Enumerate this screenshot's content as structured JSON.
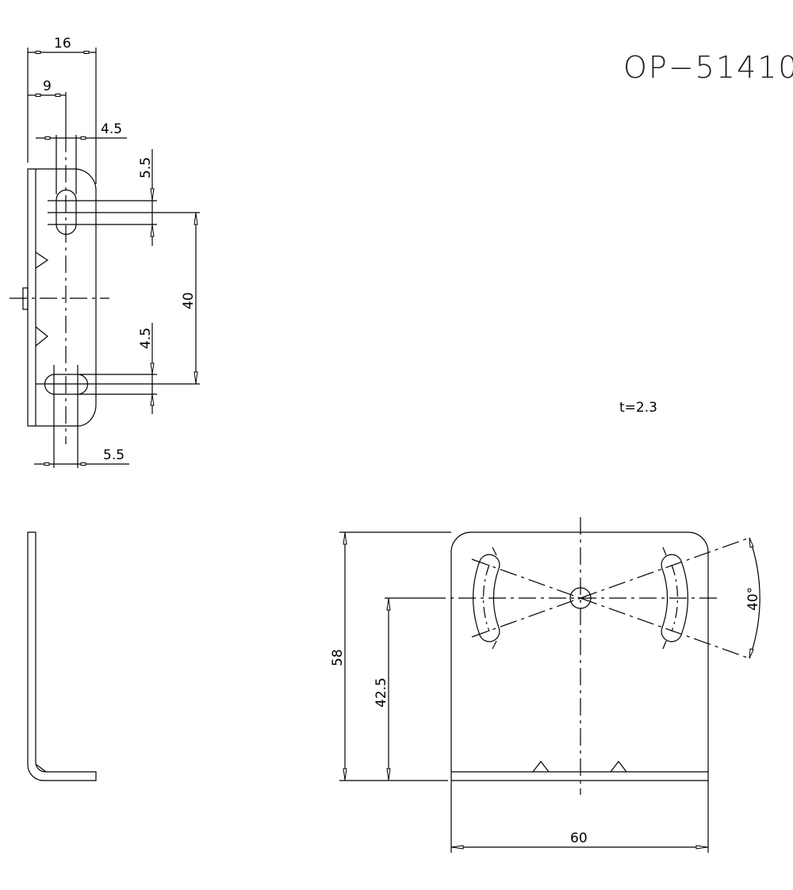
{
  "drawing": {
    "part_number": "OP−51410",
    "thickness_note": "t=2.3"
  },
  "dimensions": {
    "width_16": "16",
    "offset_9": "9",
    "slot_width_4_5_top": "4.5",
    "slot_length_5_5_top": "5.5",
    "slot_pitch_40": "40",
    "slot_width_4_5_side": "4.5",
    "slot_length_5_5_bottom": "5.5",
    "height_58": "58",
    "center_height_42_5": "42.5",
    "width_60": "60",
    "angle_40": "40°"
  },
  "colors": {
    "line": "#000000",
    "background": "#ffffff"
  }
}
